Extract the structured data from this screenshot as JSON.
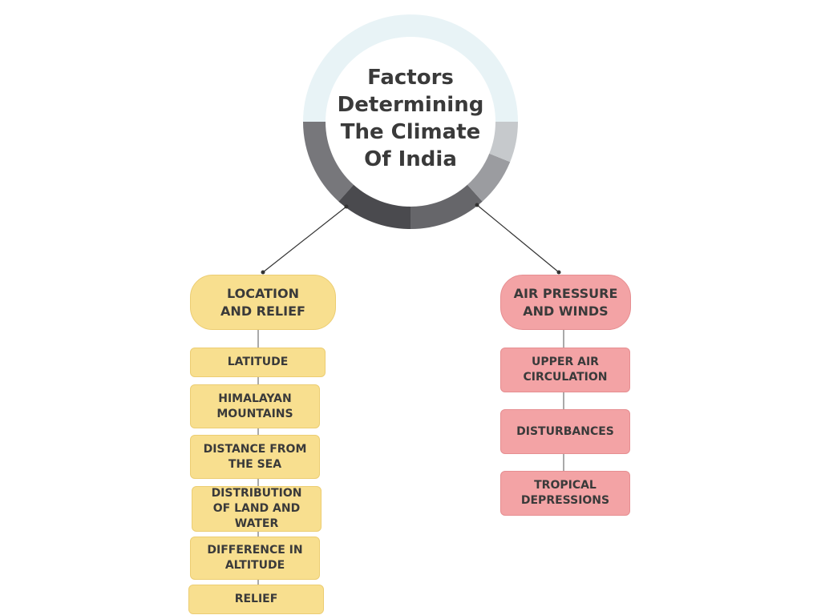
{
  "title": "Factors\nDetermining\nThe Climate\nOf India",
  "left_branch": {
    "header": "LOCATION\nAND   RELIEF",
    "items": [
      "LATITUDE",
      "HIMALAYAN\nMOUNTAINS",
      "DISTANCE FROM\nTHE SEA",
      "DISTRIBUTION\nOF LAND AND\nWATER",
      "DIFFERENCE IN\nALTITUDE",
      "RELIEF"
    ]
  },
  "right_branch": {
    "header": "AIR PRESSURE\nAND WINDS",
    "items": [
      "UPPER AIR\nCIRCULATION",
      "DISTURBANCES",
      "TROPICAL\nDEPRESSIONS"
    ]
  },
  "colors": {
    "ring_light": "#e8f3f6",
    "ring_grays": [
      "#77777b",
      "#4a4a4e",
      "#66666a",
      "#9b9ca0",
      "#c6c9cc"
    ],
    "left_fill": "#f8df8f",
    "right_fill": "#f3a3a5",
    "connector": "#333333"
  }
}
